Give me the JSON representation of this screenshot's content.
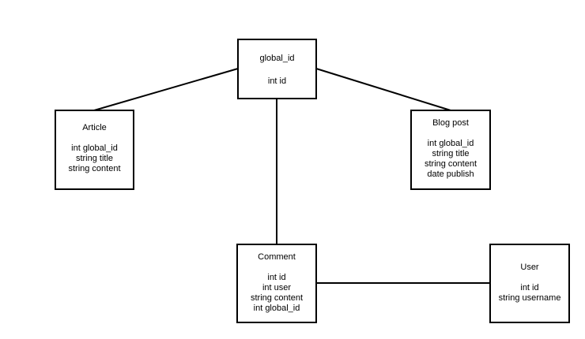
{
  "colors": {
    "background": "#ffffff",
    "stroke": "#000000",
    "text": "#000000"
  },
  "entities": {
    "global_id": {
      "name": "global_id",
      "fields": [
        "int id"
      ]
    },
    "article": {
      "name": "Article",
      "fields": [
        "int global_id",
        "string title",
        "string content"
      ]
    },
    "blog_post": {
      "name": "Blog post",
      "fields": [
        "int global_id",
        "string title",
        "string content",
        "date publish"
      ]
    },
    "comment": {
      "name": "Comment",
      "fields": [
        "int id",
        "int user",
        "string content",
        "int global_id"
      ]
    },
    "user": {
      "name": "User",
      "fields": [
        "int id",
        "string username"
      ]
    }
  }
}
